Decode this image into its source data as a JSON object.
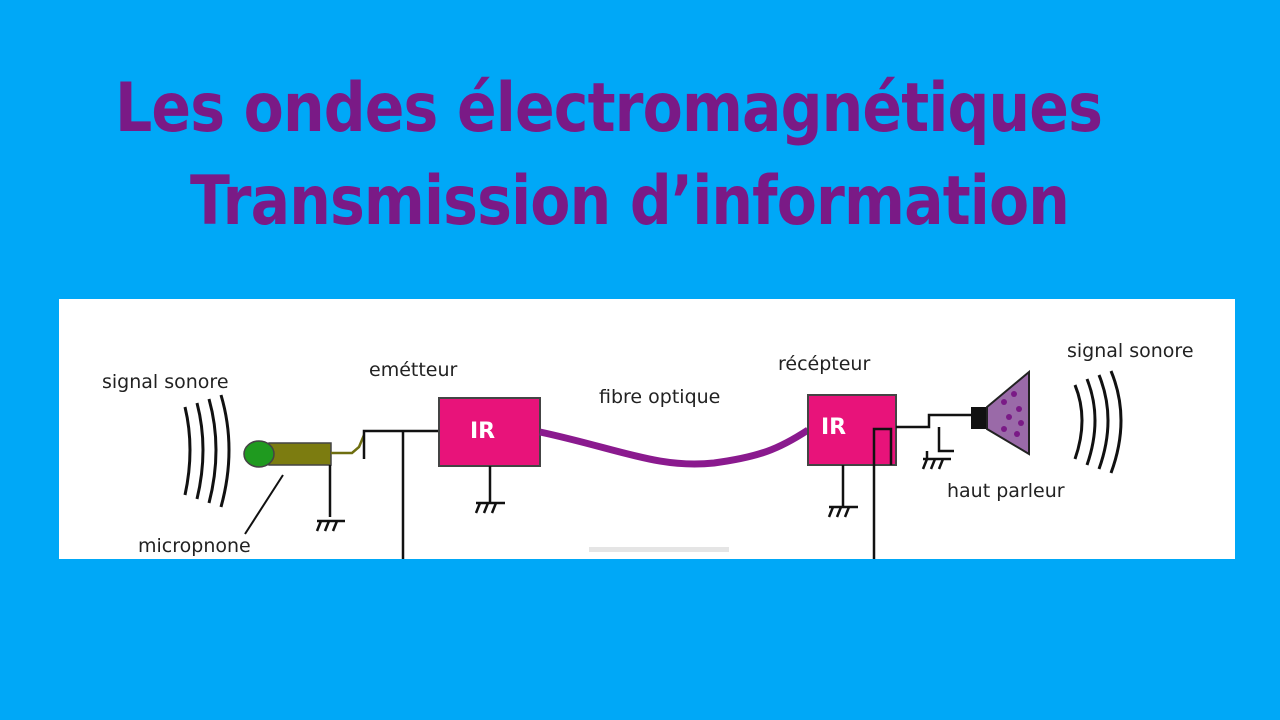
{
  "title": {
    "line1": "Les ondes électromagnétiques",
    "line2": "Transmission d’information"
  },
  "diagram": {
    "labels": {
      "signal_sonore_left": "signal sonore",
      "micro": "micropnone",
      "emetteur": "emétteur",
      "fibre": "fibre optique",
      "recepteur": "récépteur",
      "signal_sonore_right": "signal sonore",
      "haut_parleur": "haut parleur"
    },
    "box_label_emitter": "IR",
    "box_label_receiver": "IR"
  },
  "colors": {
    "background": "#00a8f7",
    "title": "#7a1a86",
    "ir_box": "#e8137a",
    "fiber": "#8a1a8e",
    "mic_body": "#7c7c10",
    "mic_head": "#1f9a1f"
  }
}
